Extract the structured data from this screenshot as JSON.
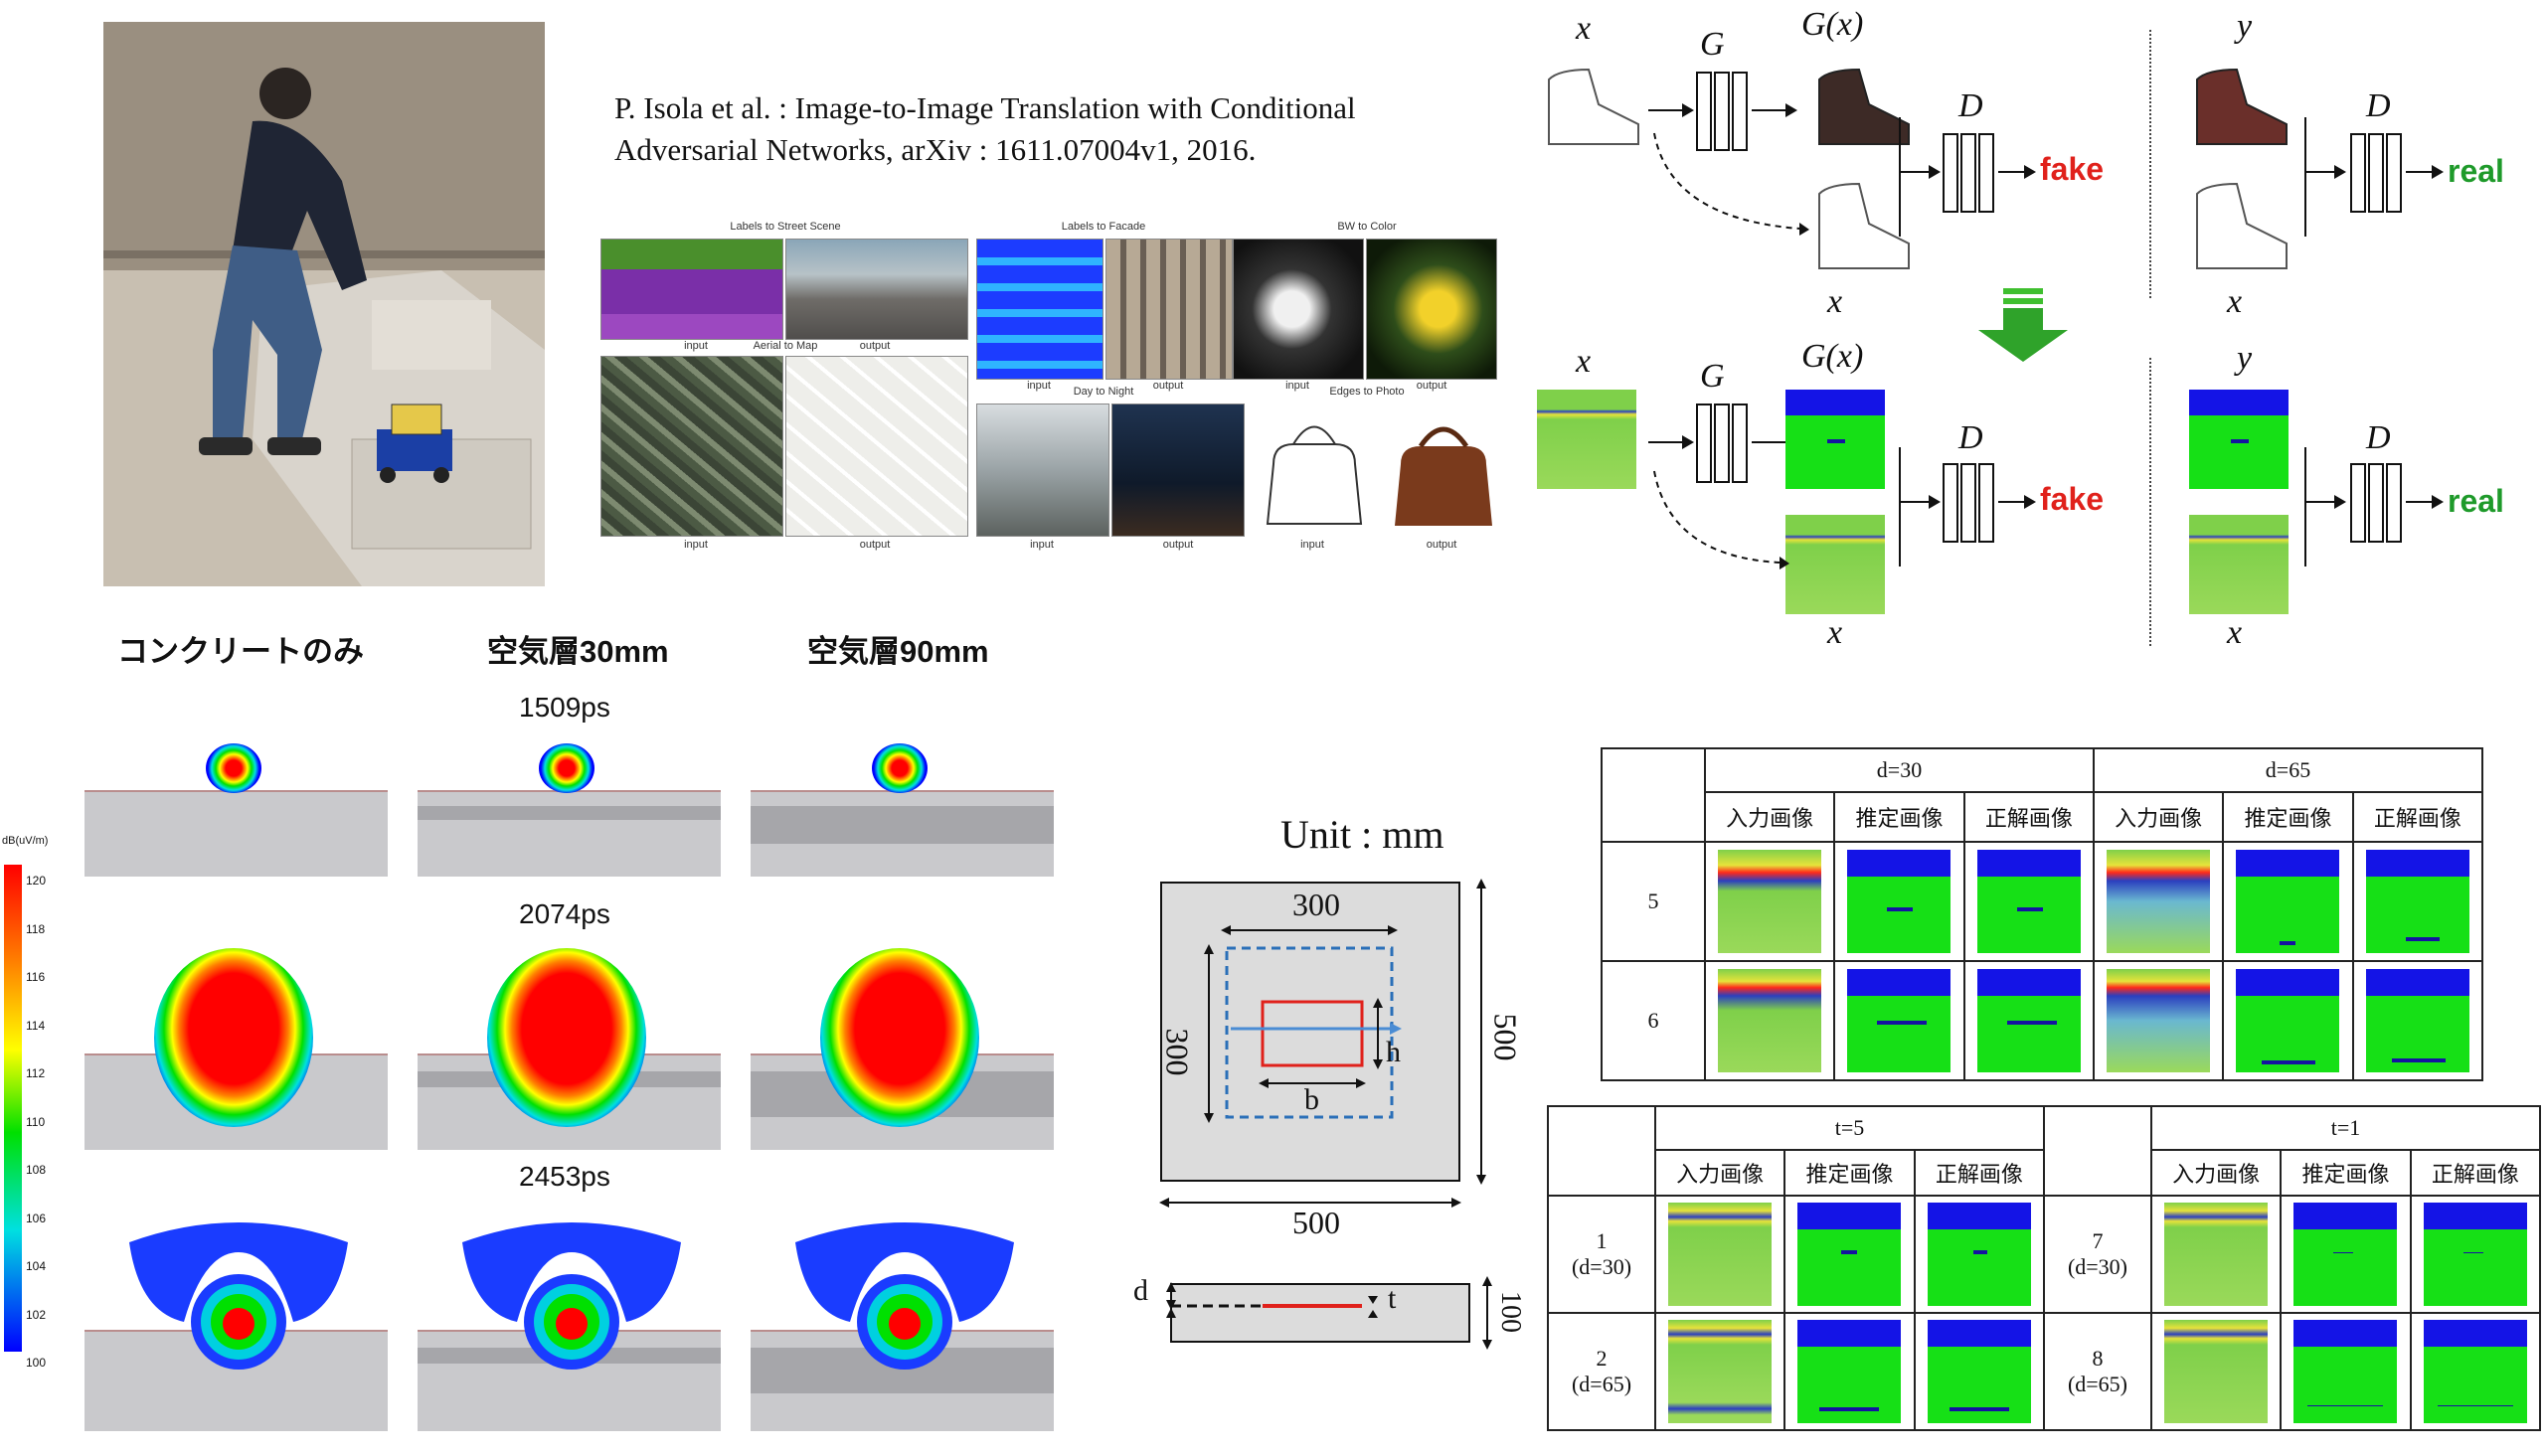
{
  "citation": {
    "line1": "P. Isola et al. : Image-to-Image Translation with Conditional",
    "line2": "Adversarial Networks, arXiv : 1611.07004v1, 2016."
  },
  "pix2pix": {
    "labels_to_street": "Labels to Street Scene",
    "labels_to_facade": "Labels to Facade",
    "bw_to_color": "BW to Color",
    "aerial_to_map": "Aerial to Map",
    "day_to_night": "Day to Night",
    "edges_to_photo": "Edges to Photo",
    "input": "input",
    "output": "output"
  },
  "gan": {
    "x": "x",
    "y": "y",
    "G": "G",
    "Gx": "G(x)",
    "D": "D",
    "fake": "fake",
    "real": "real"
  },
  "simulation": {
    "headers": [
      "コンクリートのみ",
      "空気層30mm",
      "空気層90mm"
    ],
    "times": [
      "1509ps",
      "2074ps",
      "2453ps"
    ],
    "colorbar_title": "dB(uV/m)",
    "colorbar_ticks": [
      "120",
      "118",
      "116",
      "114",
      "112",
      "110",
      "108",
      "106",
      "104",
      "102",
      "100"
    ]
  },
  "specimen": {
    "unit": "Unit : mm",
    "dim_300_top": "300",
    "dim_300_left": "300",
    "dim_500_right": "500",
    "dim_500_bottom": "500",
    "b": "b",
    "h": "h",
    "d": "d",
    "t": "t",
    "dim_100": "100"
  },
  "table1": {
    "group1": "d=30",
    "group2": "d=65",
    "cols": [
      "入力画像",
      "推定画像",
      "正解画像",
      "入力画像",
      "推定画像",
      "正解画像"
    ],
    "rows": [
      "5",
      "6"
    ]
  },
  "table2": {
    "group1": "t=5",
    "group2": "t=1",
    "cols": [
      "入力画像",
      "推定画像",
      "正解画像",
      "入力画像",
      "推定画像",
      "正解画像"
    ],
    "rows_left": [
      {
        "n": "1",
        "sub": "(d=30)"
      },
      {
        "n": "2",
        "sub": "(d=65)"
      }
    ],
    "rows_right": [
      {
        "n": "7",
        "sub": "(d=30)"
      },
      {
        "n": "8",
        "sub": "(d=65)"
      }
    ]
  }
}
